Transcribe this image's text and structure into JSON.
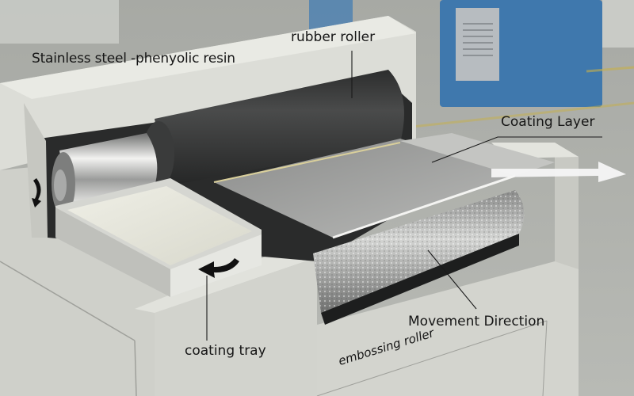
{
  "figure": {
    "subject": "Embossing roller coating machine diagram",
    "labels": {
      "material": "Stainless steel -phenyolic resin",
      "rubber_roller": "rubber roller",
      "coating_layer": "Coating Layer",
      "coating_tray": "coating tray",
      "embossing_roller": "embossing roller",
      "movement_direction": "Movement Direction"
    },
    "icons": {
      "rotation_arrow_left": "curved-down-arrow",
      "rotation_arrow_tray": "curved-left-arrow",
      "movement_arrow": "right-arrow"
    },
    "colors": {
      "machine_body": "#d7d8d2",
      "rubber_roller": "#3a3b3b",
      "steel_roller": "#c9cac8",
      "coating_liquid": "#e6e6da",
      "background_cabinet": "#3f78ad",
      "floor": "#a9aba6",
      "label_text": "#161616"
    }
  }
}
